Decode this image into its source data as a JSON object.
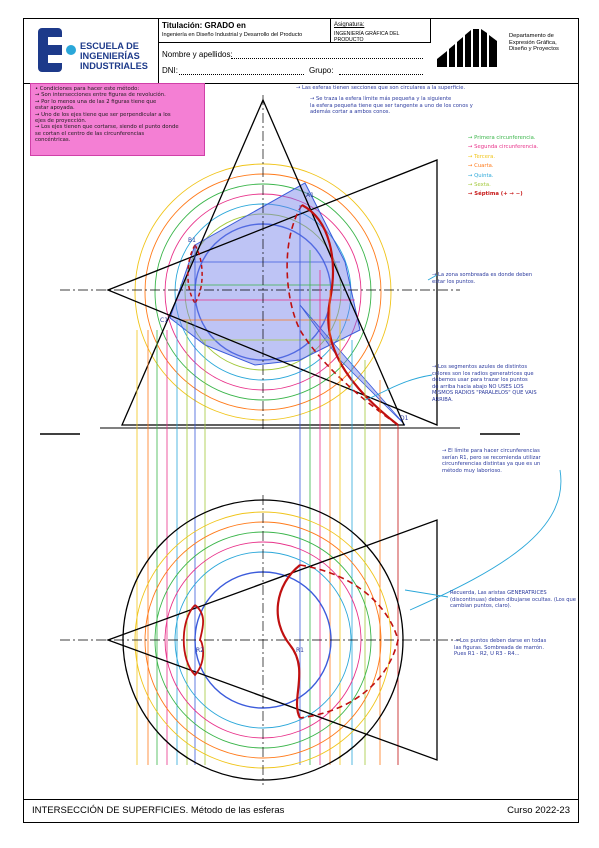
{
  "header": {
    "school_line1": "ESCUELA DE",
    "school_line2": "INGENIERÍAS",
    "school_line3": "INDUSTRIALES",
    "titulacion_label": "Titulación: GRADO en",
    "titulacion_value": "Ingeniería en Diseño Industrial y Desarrollo del Producto",
    "asignatura_label": "Asignatura:",
    "asignatura_value": "INGENIERÍA GRÁFICA DEL PRODUCTO",
    "nombre_label": "Nombre y apellidos:",
    "dni_label": "DNI:",
    "grupo_label": "Grupo:",
    "dept_line1": "Departamento de",
    "dept_line2": "Expresión Gráfica,",
    "dept_line3": "Diseño y Proyectos"
  },
  "conditions": [
    "• Condiciones para hacer este método:",
    "→ Son intersecciones entre figuras de revolución.",
    "→ Por lo menos una de las 2 figuras tiene que",
    "   estar apoyada.",
    "→ Uno de los ejes tiene que ser perpendicular a los",
    "   ejes de proyección.",
    "→ Los ejes tienen que cortarse, siendo el punto donde",
    "   se cortan el centro de las circunferencias",
    "   concéntricas."
  ],
  "notes": {
    "top_1": "→ Las esferas tienen secciones que son circulares a la superficie.",
    "top_2a": "→ Se traza la esfera límite más pequeña y la siguiente",
    "top_2b": "   la esfera pequeña tiene que ser tangente a uno de los conos y",
    "top_2c": "   además cortar a ambos conos.",
    "right_1a": "→ La zona sombreada es donde deben",
    "right_1b": "   estar los puntos.",
    "right_2a": "→ Los segmentos azules de distintos",
    "right_2b": "   colores son los radios generatrices que",
    "right_2c": "   debemos usar para trazar los puntos",
    "right_2d": "   de arriba hacia abajo NO USES LOS",
    "right_2e": "   MISMOS RADIOS \"PARALELOS\" QUE VAIS",
    "right_2f": "   ARRIBA.",
    "right_3a": "→ El límite para hacer circunferencias",
    "right_3b": "   serían R1, pero se recomienda utilizar",
    "right_3c": "   circunferencias distintas ya que es un",
    "right_3d": "   método muy laborioso.",
    "right_4a": "Recuerda, Las aristas GENERATRICES",
    "right_4b": "   (discontinuas) deben dibujarse ocultas. (Los que",
    "right_4c": "   cambian puntos, claro).",
    "right_5a": "→ Los puntos deben darse en todas",
    "right_5b": "   las figuras. Sombreada de marrón.",
    "right_5c": "   Pues R1 - R2, U R3 - R4..."
  },
  "legend": [
    {
      "label": "→ Primera circunferencia.",
      "color": "#3ab54a"
    },
    {
      "label": "→ Segunda circunferencia.",
      "color": "#e8328a"
    },
    {
      "label": "→ Tercera.",
      "color": "#f0c419"
    },
    {
      "label": "→ Cuarta.",
      "color": "#ff7a1a"
    },
    {
      "label": "→ Quinta.",
      "color": "#2aa7d9"
    },
    {
      "label": "→ Sexta.",
      "color": "#a2c83a"
    },
    {
      "label": "→ Séptima (+ → −)",
      "color": "#c81a1a"
    }
  ],
  "labels": {
    "a1": "A1",
    "b1": "B1",
    "c1": "C1",
    "d1": "D1",
    "r1": "R1",
    "r2": "R2"
  },
  "footer": {
    "title": "INTERSECCIÓN DE SUPERFICIES.  Método de las esferas",
    "course": "Curso 2022-23"
  },
  "colors": {
    "logo_blue": "#1d3a8a",
    "pink_box": "#f47fd4",
    "note_blue": "#2b3a9e",
    "red_curve": "#c01010",
    "shade_blue": "#6f7de8"
  }
}
